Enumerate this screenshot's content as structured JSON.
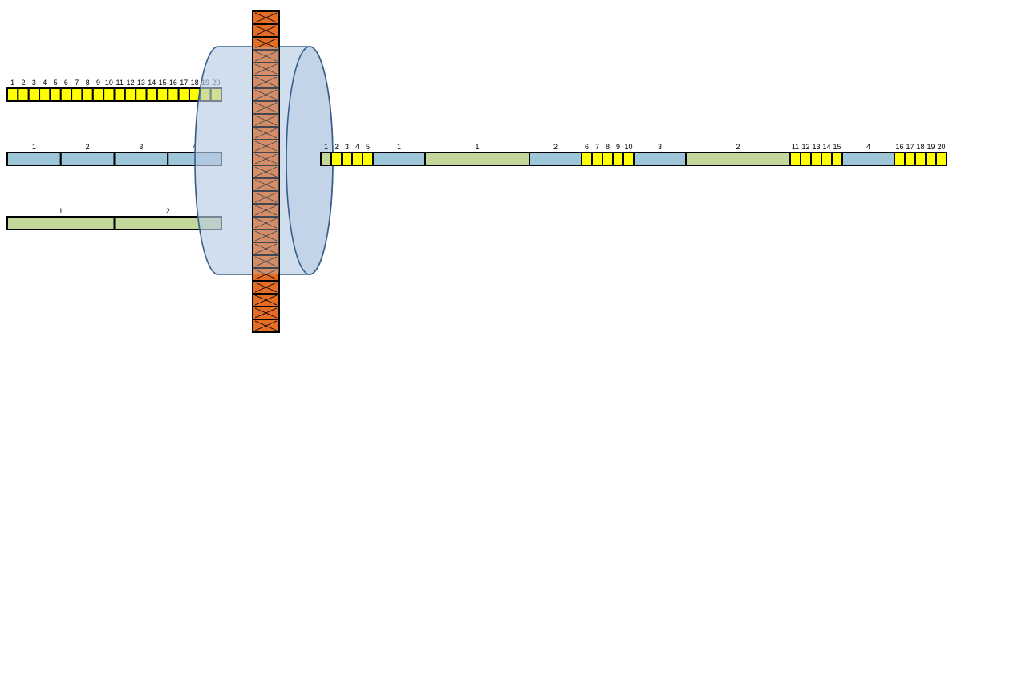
{
  "colors": {
    "yellow": "#ffff00",
    "blue": "#9dc6d9",
    "green": "#c4d79b",
    "outline": "#000000",
    "cylinder_fill": "#b8cce4",
    "cylinder_stroke": "#385d8a",
    "column_fill": "#e46c24"
  },
  "inputs": {
    "yellow_row": {
      "labels": [
        "1",
        "2",
        "3",
        "4",
        "5",
        "6",
        "7",
        "8",
        "9",
        "10",
        "11",
        "12",
        "13",
        "14",
        "15",
        "16",
        "17",
        "18",
        "19",
        "20"
      ]
    },
    "blue_row": {
      "labels": [
        "1",
        "2",
        "3",
        "4"
      ]
    },
    "green_row": {
      "labels": [
        "1",
        "2"
      ]
    }
  },
  "output": {
    "segments": [
      {
        "kind": "yellow",
        "labels": [
          "1",
          "2",
          "3",
          "4",
          "5"
        ]
      },
      {
        "kind": "blue",
        "labels": [
          "1"
        ]
      },
      {
        "kind": "green",
        "labels": [
          "1"
        ]
      },
      {
        "kind": "blue",
        "labels": [
          "2"
        ]
      },
      {
        "kind": "yellow",
        "labels": [
          "6",
          "7",
          "8",
          "9",
          "10"
        ]
      },
      {
        "kind": "blue",
        "labels": [
          "3"
        ]
      },
      {
        "kind": "green",
        "labels": [
          "2"
        ]
      },
      {
        "kind": "yellow",
        "labels": [
          "11",
          "12",
          "13",
          "14",
          "15"
        ]
      },
      {
        "kind": "blue",
        "labels": [
          "4"
        ]
      },
      {
        "kind": "yellow",
        "labels": [
          "16",
          "17",
          "18",
          "19",
          "20"
        ]
      }
    ]
  },
  "column": {
    "icon": "crossed-boxes-column"
  }
}
